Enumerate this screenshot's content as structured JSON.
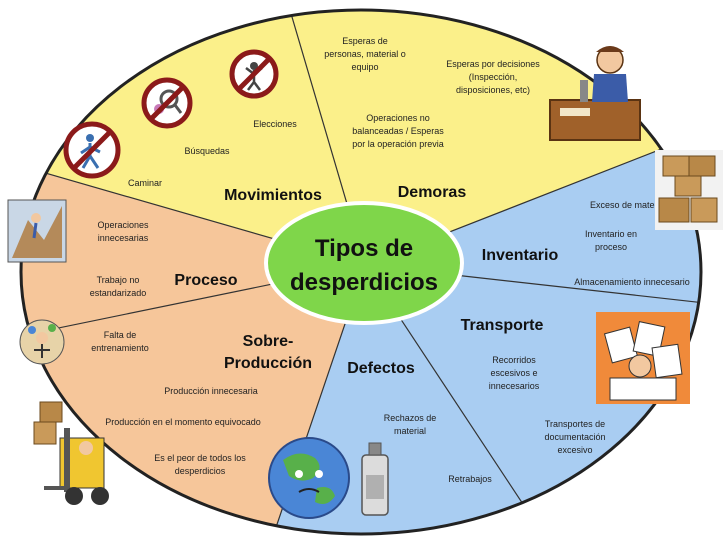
{
  "center": {
    "line1": "Tipos de",
    "line2": "desperdicios"
  },
  "colors": {
    "movimientos": "#fbf08a",
    "demoras": "#fbf08a",
    "inventario": "#a9cdf2",
    "transporte": "#a9cdf2",
    "defectos": "#a9cdf2",
    "proceso": "#f6c69a",
    "sobreproduccion": "#f6c69a",
    "center": "#7fd64a",
    "border": "#222222"
  },
  "movimientos": {
    "title": "Movimientos",
    "items": [
      "Caminar",
      "Búsquedas",
      "Elecciones"
    ]
  },
  "demoras": {
    "title": "Demoras",
    "items": [
      [
        "Esperas de",
        "personas, material o",
        "equipo"
      ],
      [
        "Esperas por decisiones",
        "(Inspección,",
        "disposiciones, etc)"
      ],
      [
        "Operaciones no",
        "balanceadas / Esperas",
        "por la operación previa"
      ]
    ]
  },
  "inventario": {
    "title": "Inventario",
    "items": [
      [
        "Exceso de materiales"
      ],
      [
        "Inventario en",
        "proceso"
      ],
      [
        "Almacenamiento innecesario"
      ]
    ]
  },
  "transporte": {
    "title": "Transporte",
    "items": [
      [
        "Recorridos",
        "escesivos e",
        "innecesarios"
      ],
      [
        "Transportes de",
        "documentación",
        "excesivo"
      ]
    ]
  },
  "defectos": {
    "title": "Defectos",
    "items": [
      [
        "Rechazos de",
        "material"
      ],
      [
        "Retrabajos"
      ]
    ]
  },
  "proceso": {
    "title": "Proceso",
    "items": [
      [
        "Operaciones",
        "innecesarias"
      ],
      [
        "Trabajo no",
        "estandarizado"
      ],
      [
        "Falta de",
        "entrenamiento"
      ]
    ]
  },
  "sobreproduccion": {
    "title_line1": "Sobre-",
    "title_line2": "Producción",
    "items": [
      [
        "Producción innecesaria"
      ],
      [
        "Producción en el momento equivocado"
      ],
      [
        "Es el peor de todos los",
        "desperdicios"
      ]
    ]
  },
  "icons": [
    "no-walking-icon",
    "no-searching-icon",
    "no-choosing-icon",
    "person-waiting-at-desk-icon",
    "boxes-inventory-icon",
    "paperwork-pile-icon",
    "earth-globe-icon",
    "spray-can-icon",
    "person-climbing-icon",
    "person-juggling-icon",
    "forklift-icon"
  ]
}
